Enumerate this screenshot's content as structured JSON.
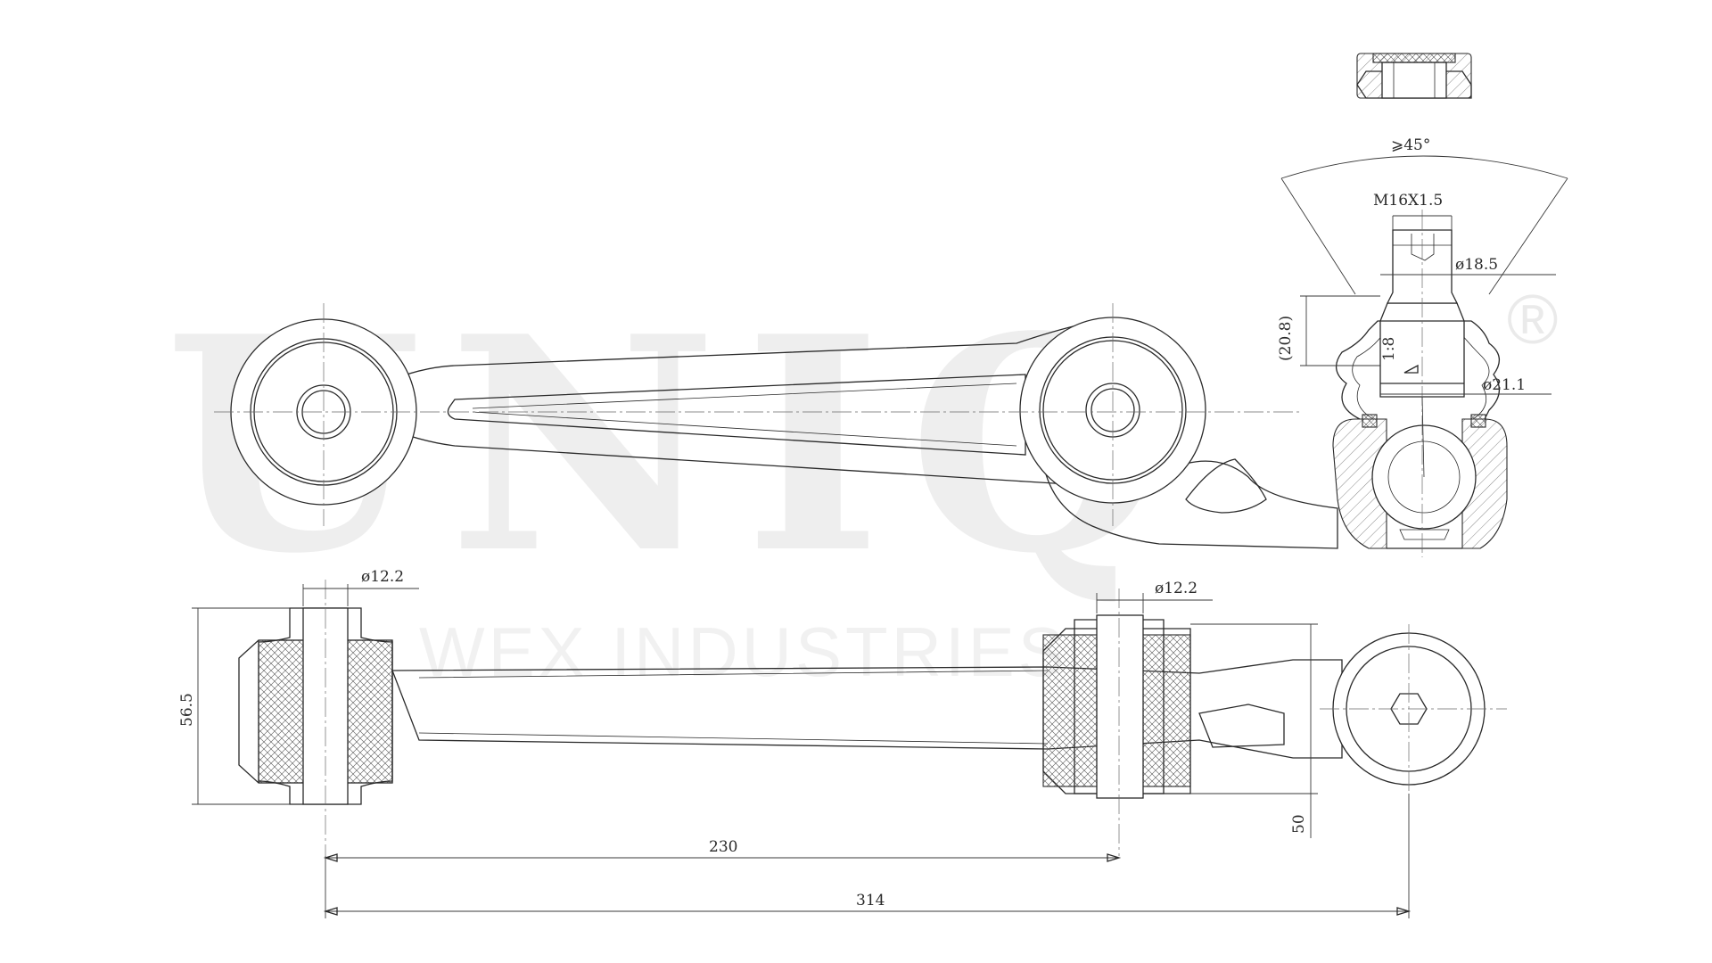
{
  "watermark": {
    "brand": "UNIQ",
    "registered": "®",
    "company": "WEX INDUSTRIES"
  },
  "dimensions": {
    "angle": "⩾45°",
    "thread": "M16X1.5",
    "stud_diameter": "ø18.5",
    "boot_height": "(20.8)",
    "taper": "1:8",
    "ball_diameter": "ø21.1",
    "bushing_left_bore": "ø12.2",
    "bushing_right_bore": "ø12.2",
    "bushing_height": "56.5",
    "offset": "50",
    "bushing_spacing": "230",
    "overall_length": "314"
  },
  "colors": {
    "line": "#2a2a2a",
    "watermark": "#eeeeee",
    "background": "#ffffff"
  }
}
